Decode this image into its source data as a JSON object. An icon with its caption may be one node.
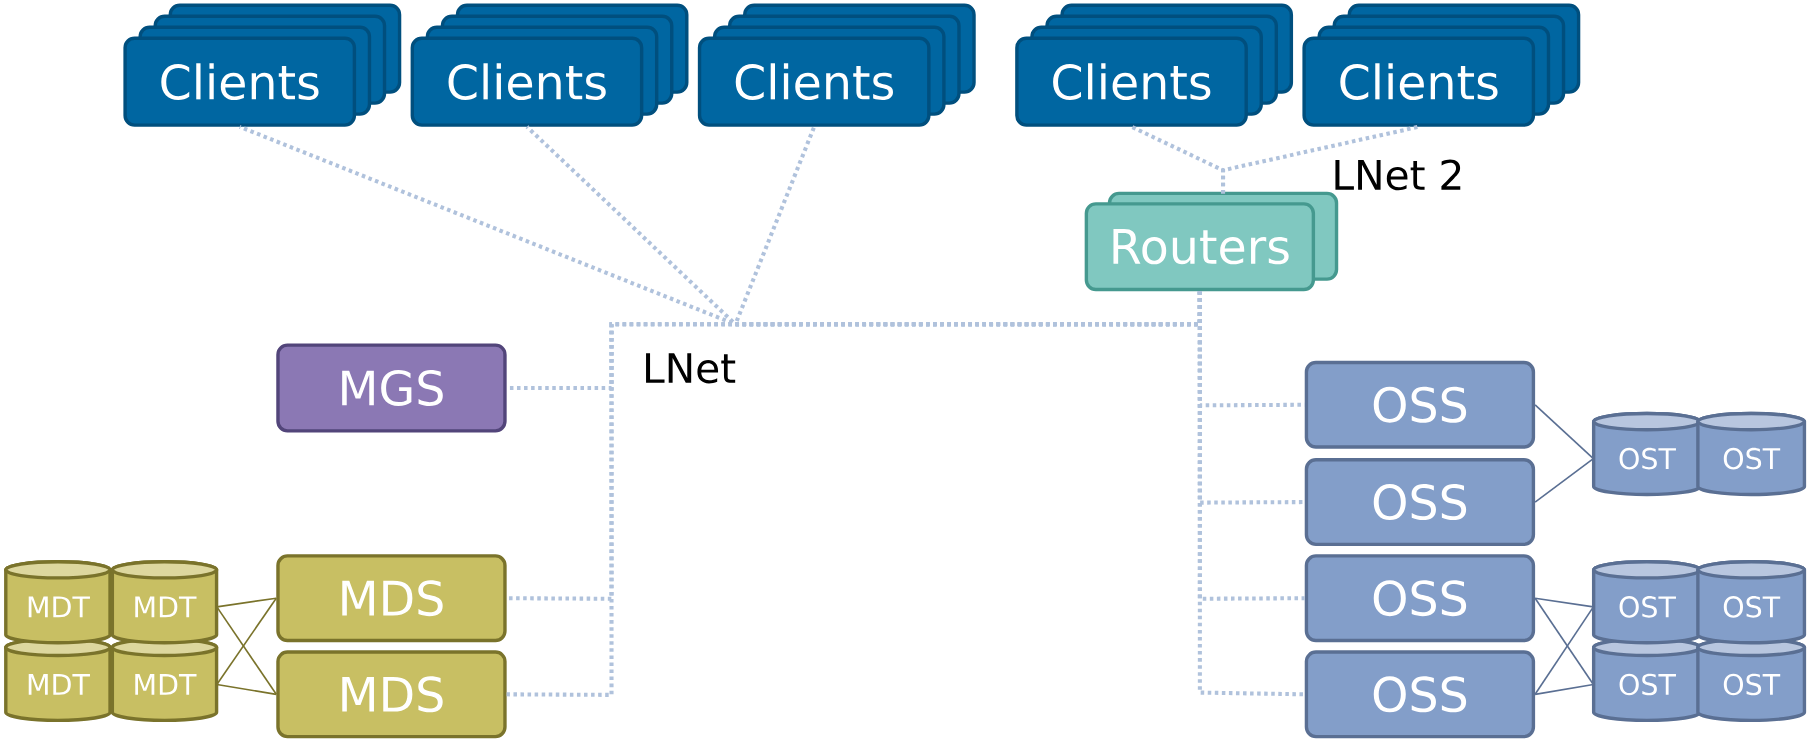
{
  "diagram": {
    "nodes": [
      {
        "text": [
          "Clients"
        ]
      },
      {
        "text": [
          "Clients"
        ]
      },
      {
        "text": [
          "Clients"
        ]
      },
      {
        "text": [
          "Clients"
        ]
      },
      {
        "text": [
          "Clients"
        ]
      },
      {
        "text": [
          "Routers"
        ]
      },
      {
        "text": [
          "MGS"
        ]
      },
      {
        "text": [
          "MDS"
        ]
      },
      {
        "text": [
          "MDS"
        ]
      },
      {
        "text": [
          "MDT"
        ]
      },
      {
        "text": [
          "MDT"
        ]
      },
      {
        "text": [
          "MDT"
        ]
      },
      {
        "text": [
          "MDT"
        ]
      },
      {
        "text": [
          "OSS"
        ]
      },
      {
        "text": [
          "OSS"
        ]
      },
      {
        "text": [
          "OSS"
        ]
      },
      {
        "text": [
          "OSS"
        ]
      },
      {
        "text": [
          "OST"
        ]
      },
      {
        "text": [
          "OST"
        ]
      },
      {
        "text": [
          "OST"
        ]
      },
      {
        "text": [
          "OST"
        ]
      },
      {
        "text": [
          "OST"
        ]
      },
      {
        "text": [
          "OST"
        ]
      }
    ],
    "edges": [
      {
        "from": 0,
        "to": 5,
        "arrow": "none",
        "style": "dashed",
        "color": "#b0c2dc"
      },
      {
        "from": 1,
        "to": 5,
        "arrow": "none",
        "style": "dashed",
        "color": "#b0c2dc"
      },
      {
        "from": 2,
        "to": 5,
        "arrow": "none",
        "style": "dashed",
        "color": "#b0c2dc"
      },
      {
        "from": 3,
        "to": 5,
        "arrow": "none",
        "style": "dashed",
        "color": "#b0c2dc"
      },
      {
        "from": 4,
        "to": 5,
        "arrow": "none",
        "style": "dashed",
        "color": "#b0c2dc"
      },
      {
        "from": 6,
        "to": 5,
        "arrow": "none",
        "style": "dashed",
        "color": "#b0c2dc"
      },
      {
        "from": 7,
        "to": 5,
        "arrow": "none",
        "style": "dashed",
        "color": "#b0c2dc"
      },
      {
        "from": 8,
        "to": 5,
        "arrow": "none",
        "style": "dashed",
        "color": "#b0c2dc"
      },
      {
        "from": 13,
        "to": 5,
        "arrow": "none",
        "style": "dashed",
        "color": "#b0c2dc"
      },
      {
        "from": 14,
        "to": 5,
        "arrow": "none",
        "style": "dashed",
        "color": "#b0c2dc"
      },
      {
        "from": 15,
        "to": 5,
        "arrow": "none",
        "style": "dashed",
        "color": "#b0c2dc"
      },
      {
        "from": 16,
        "to": 5,
        "arrow": "none",
        "style": "dashed",
        "color": "#b0c2dc"
      },
      {
        "from": 7,
        "to": 10,
        "arrow": "none",
        "color": "#7a732b"
      },
      {
        "from": 7,
        "to": 12,
        "arrow": "none",
        "color": "#7a732b"
      },
      {
        "from": 8,
        "to": 10,
        "arrow": "none",
        "color": "#7a732b"
      },
      {
        "from": 8,
        "to": 12,
        "arrow": "none",
        "color": "#7a732b"
      },
      {
        "from": 13,
        "to": 17,
        "arrow": "none",
        "color": "#5a6f93"
      },
      {
        "from": 14,
        "to": 17,
        "arrow": "none",
        "color": "#5a6f93"
      },
      {
        "from": 15,
        "to": 19,
        "arrow": "none",
        "color": "#5a6f93"
      },
      {
        "from": 15,
        "to": 21,
        "arrow": "none",
        "color": "#5a6f93"
      },
      {
        "from": 16,
        "to": 19,
        "arrow": "none",
        "color": "#5a6f93"
      },
      {
        "from": 16,
        "to": 21,
        "arrow": "none",
        "color": "#5a6f93"
      }
    ],
    "labels": [
      "LNet 2",
      "LNet"
    ]
  }
}
